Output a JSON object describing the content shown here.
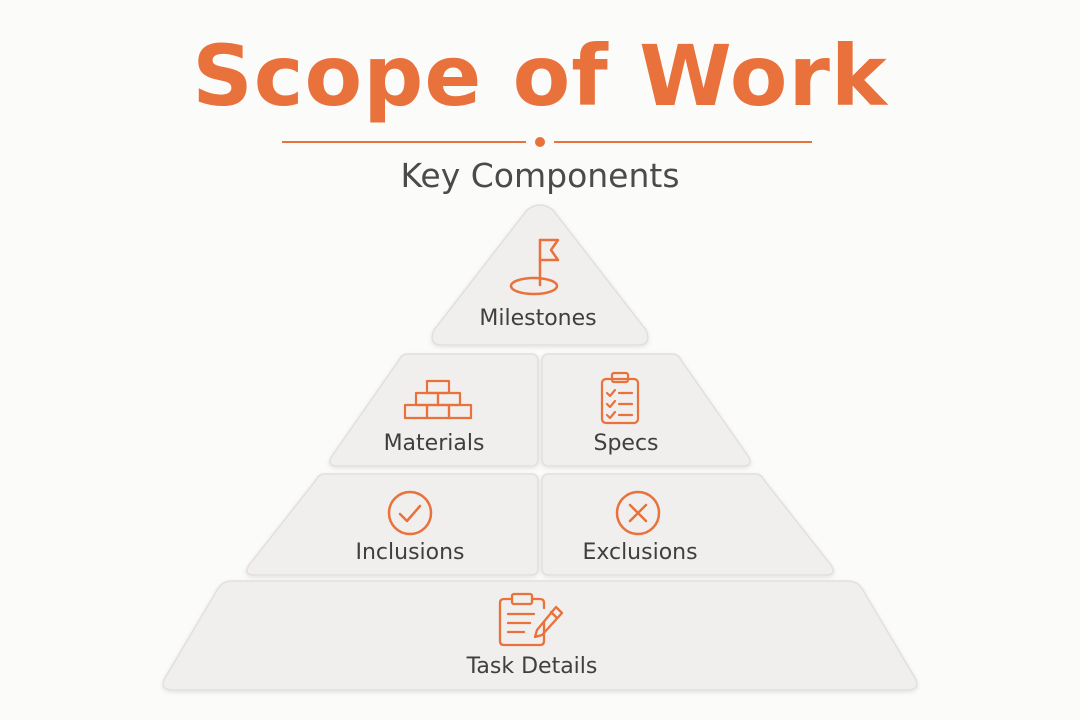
{
  "header": {
    "title": "Scope of Work",
    "subtitle": "Key Components"
  },
  "accent_color": "#e9713b",
  "tiers": [
    {
      "label": "Milestones",
      "icon": "flag-icon"
    },
    {
      "label": "Materials",
      "icon": "bricks-icon"
    },
    {
      "label": "Specs",
      "icon": "checklist-clipboard-icon"
    },
    {
      "label": "Inclusions",
      "icon": "check-circle-icon"
    },
    {
      "label": "Exclusions",
      "icon": "x-circle-icon"
    },
    {
      "label": "Task Details",
      "icon": "clipboard-pencil-icon"
    }
  ]
}
